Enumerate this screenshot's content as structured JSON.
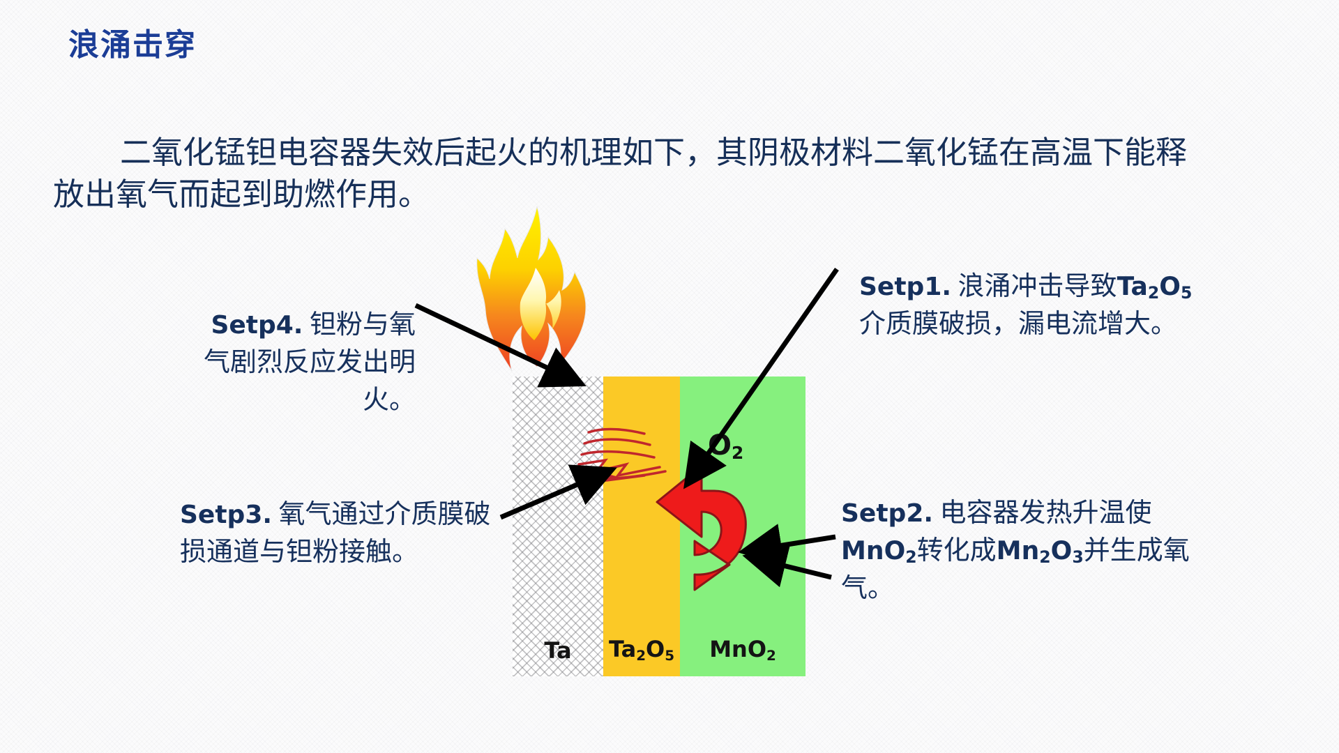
{
  "slide": {
    "title": "浪涌击穿",
    "title_color": "#1b3d96",
    "body_text": "二氧化锰钽电容器失效后起火的机理如下，其阴极材料二氧化锰在高温下能释放出氧气而起到助燃作用。"
  },
  "steps": {
    "step1": {
      "tag": "Setp1.",
      "text_a": " 浪涌冲击导致",
      "chem": "Ta",
      "sub1": "2",
      "chem2": "O",
      "sub2": "5",
      "text_b": "介质膜破损，漏电流增大。",
      "full": "Setp1. 浪涌冲击导致Ta2O5介质膜破损，漏电流增大。"
    },
    "step2": {
      "tag": "Setp2.",
      "text_a": " 电容器发热升温使",
      "chem": "MnO",
      "sub1": "2",
      "text_b": "转化成",
      "chem2": "Mn",
      "sub2": "2",
      "chem3": "O",
      "sub3": "3",
      "text_c": "并生成氧气。",
      "full": "Setp2. 电容器发热升温使MnO2转化成Mn2O3并生成氧气。"
    },
    "step3": {
      "tag": "Setp3.",
      "text_a": " 氧气通过介质膜破损通道与钽粉接触。",
      "full": "Setp3. 氧气通过介质膜破损通道与钽粉接触。"
    },
    "step4": {
      "tag": "Setp4.",
      "text_a": " 钽粉与氧气剧烈反应发出明火。",
      "full": "Setp4. 钽粉与氧气剧烈反应发出明火。"
    }
  },
  "diagram": {
    "layers": [
      {
        "id": "ta",
        "label": "Ta",
        "sub": "",
        "color": "#ffffff",
        "pattern": "cross-hatch"
      },
      {
        "id": "ta2o5",
        "label": "Ta",
        "sub": "2",
        "label2": "O",
        "sub2": "5",
        "color": "#fbc926"
      },
      {
        "id": "mno2",
        "label": "MnO",
        "sub": "2",
        "color": "#86f07e"
      }
    ],
    "o2_label": "O",
    "o2_sub": "2",
    "flame_colors": [
      "#fff200",
      "#fdc800",
      "#f68a1e",
      "#ef4a23"
    ],
    "arrow_color": "#ee1b1b",
    "crack_color": "#c0272d"
  }
}
